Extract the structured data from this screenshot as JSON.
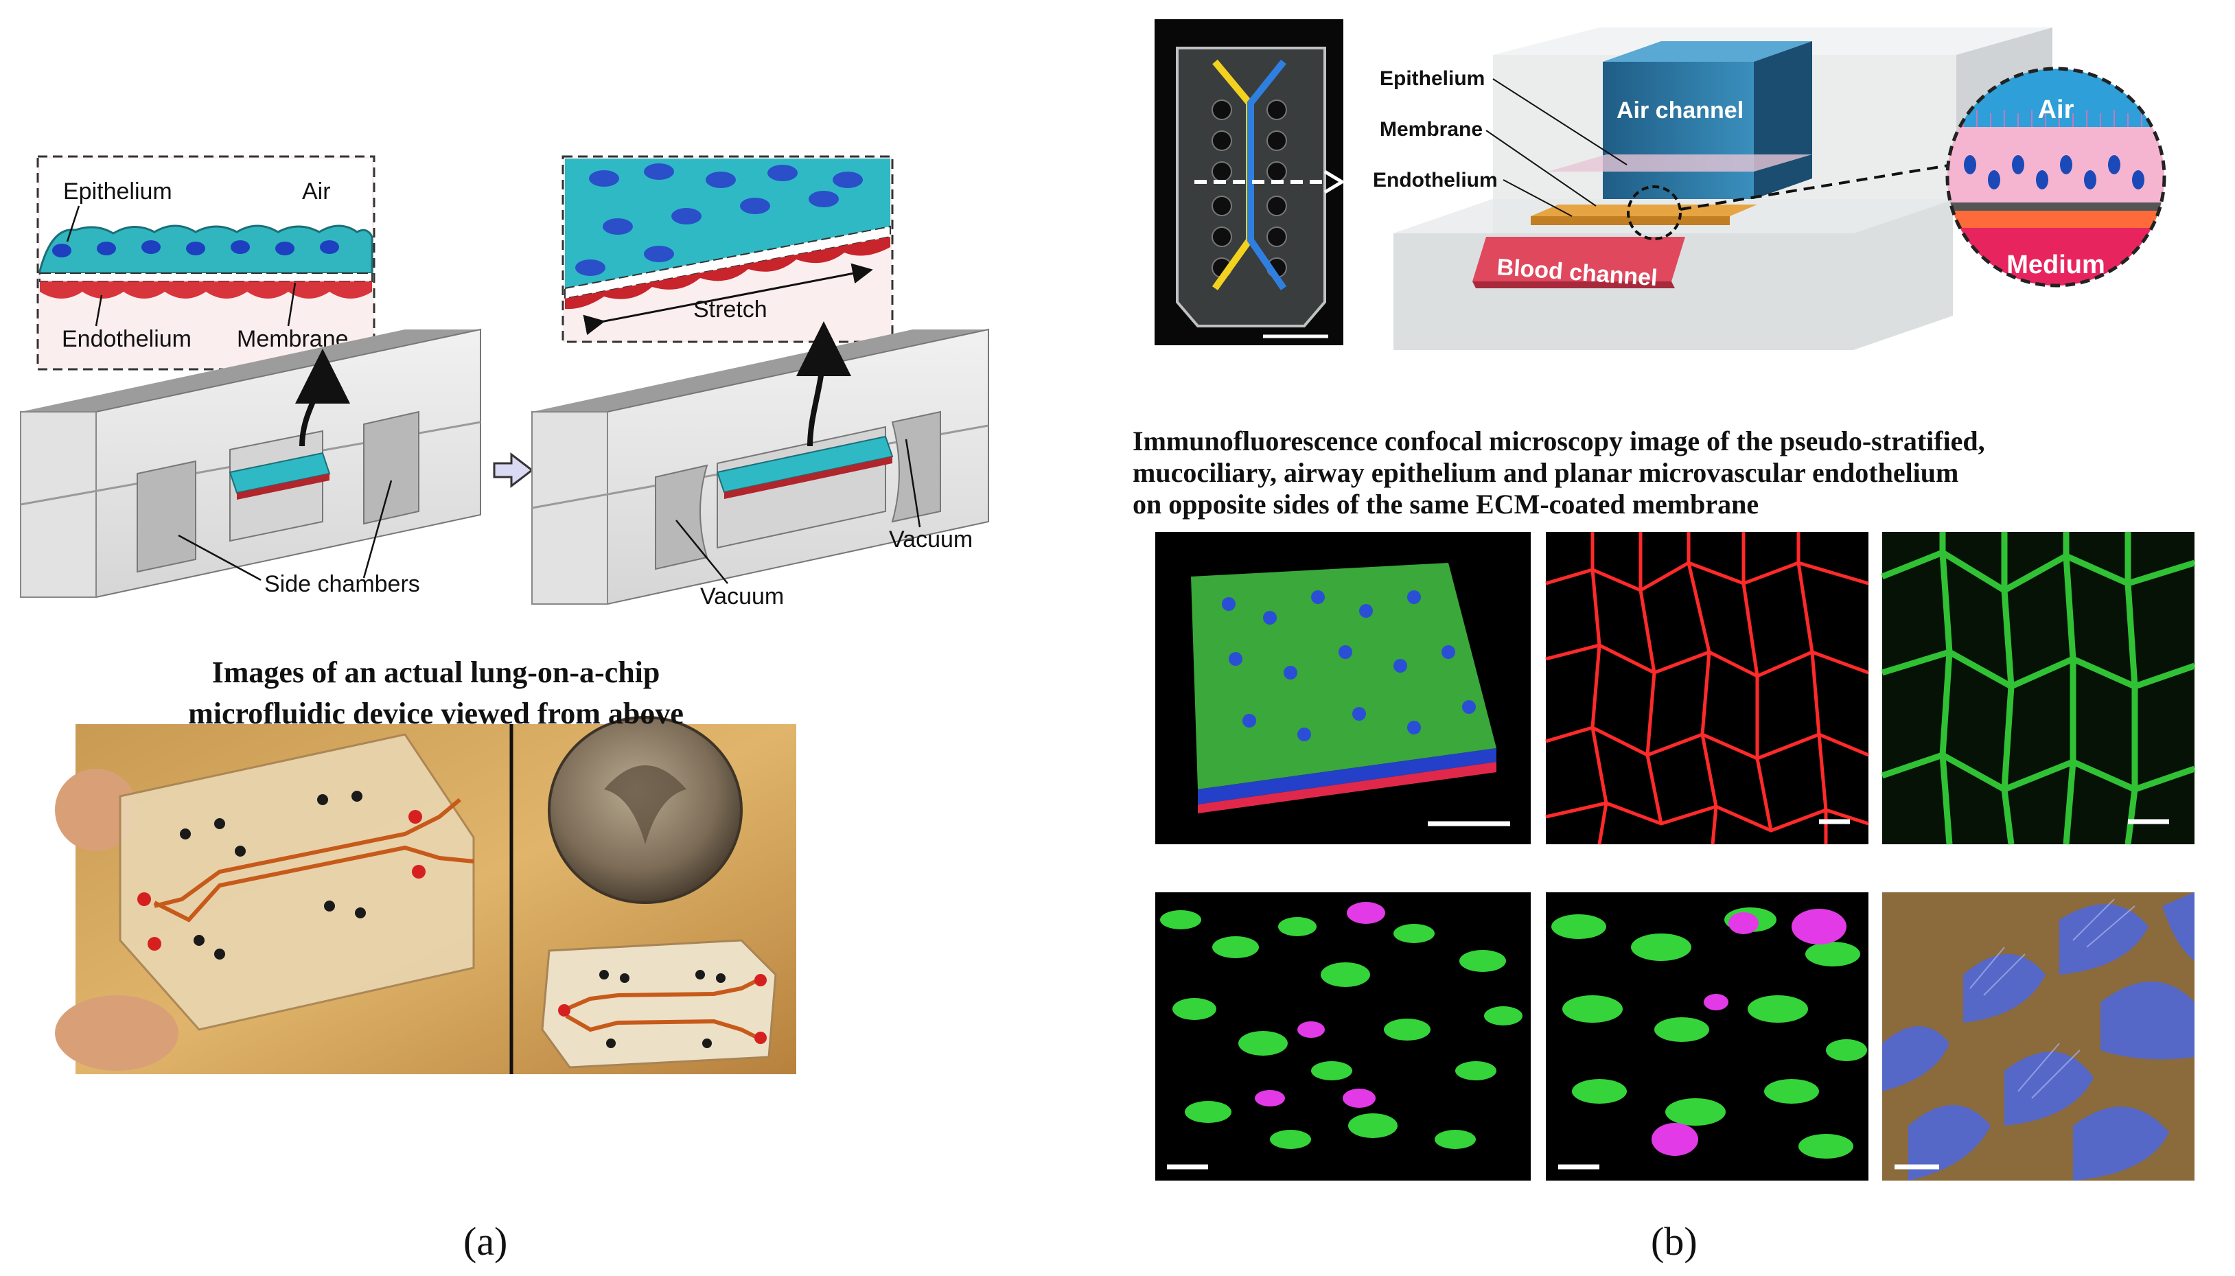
{
  "panel_a": {
    "label": "(a)",
    "inset_labels": {
      "epithelium": "Epithelium",
      "air": "Air",
      "endothelium": "Endothelium",
      "membrane": "Membrane",
      "stretch": "Stretch"
    },
    "device_labels": {
      "side_chambers": "Side chambers",
      "vacuum_left": "Vacuum",
      "vacuum_right": "Vacuum"
    },
    "photo_heading": {
      "line1": "Images of an actual lung-on-a-chip",
      "line2": "microfluidic device viewed from above"
    }
  },
  "panel_b": {
    "label": "(b)",
    "schematic_labels": {
      "epithelium": "Epithelium",
      "membrane": "Membrane",
      "endothelium": "Endothelium",
      "air_channel": "Air channel",
      "blood_channel": "Blood channel",
      "air": "Air",
      "medium": "Medium"
    },
    "micro_heading": {
      "line1": "Immunofluorescence confocal microscopy image of the pseudo-stratified,",
      "line2": "mucociliary, airway epithelium and planar microvascular endothelium",
      "line3": "on opposite sides of the same ECM-coated membrane"
    }
  },
  "colors": {
    "epithelium_cell": "#2fb9c4",
    "nucleus": "#1e3fbf",
    "endothelium": "#d8343b",
    "air_channel": "#2d78a6",
    "blood_channel": "#e0485d",
    "medium": "#e8245f",
    "fluor_green": "#35d43a",
    "fluor_red": "#ff2a2a",
    "fluor_magenta": "#e23ae6",
    "cilia_blue": "#5568c8",
    "sem_brown": "#8b6a3c"
  }
}
